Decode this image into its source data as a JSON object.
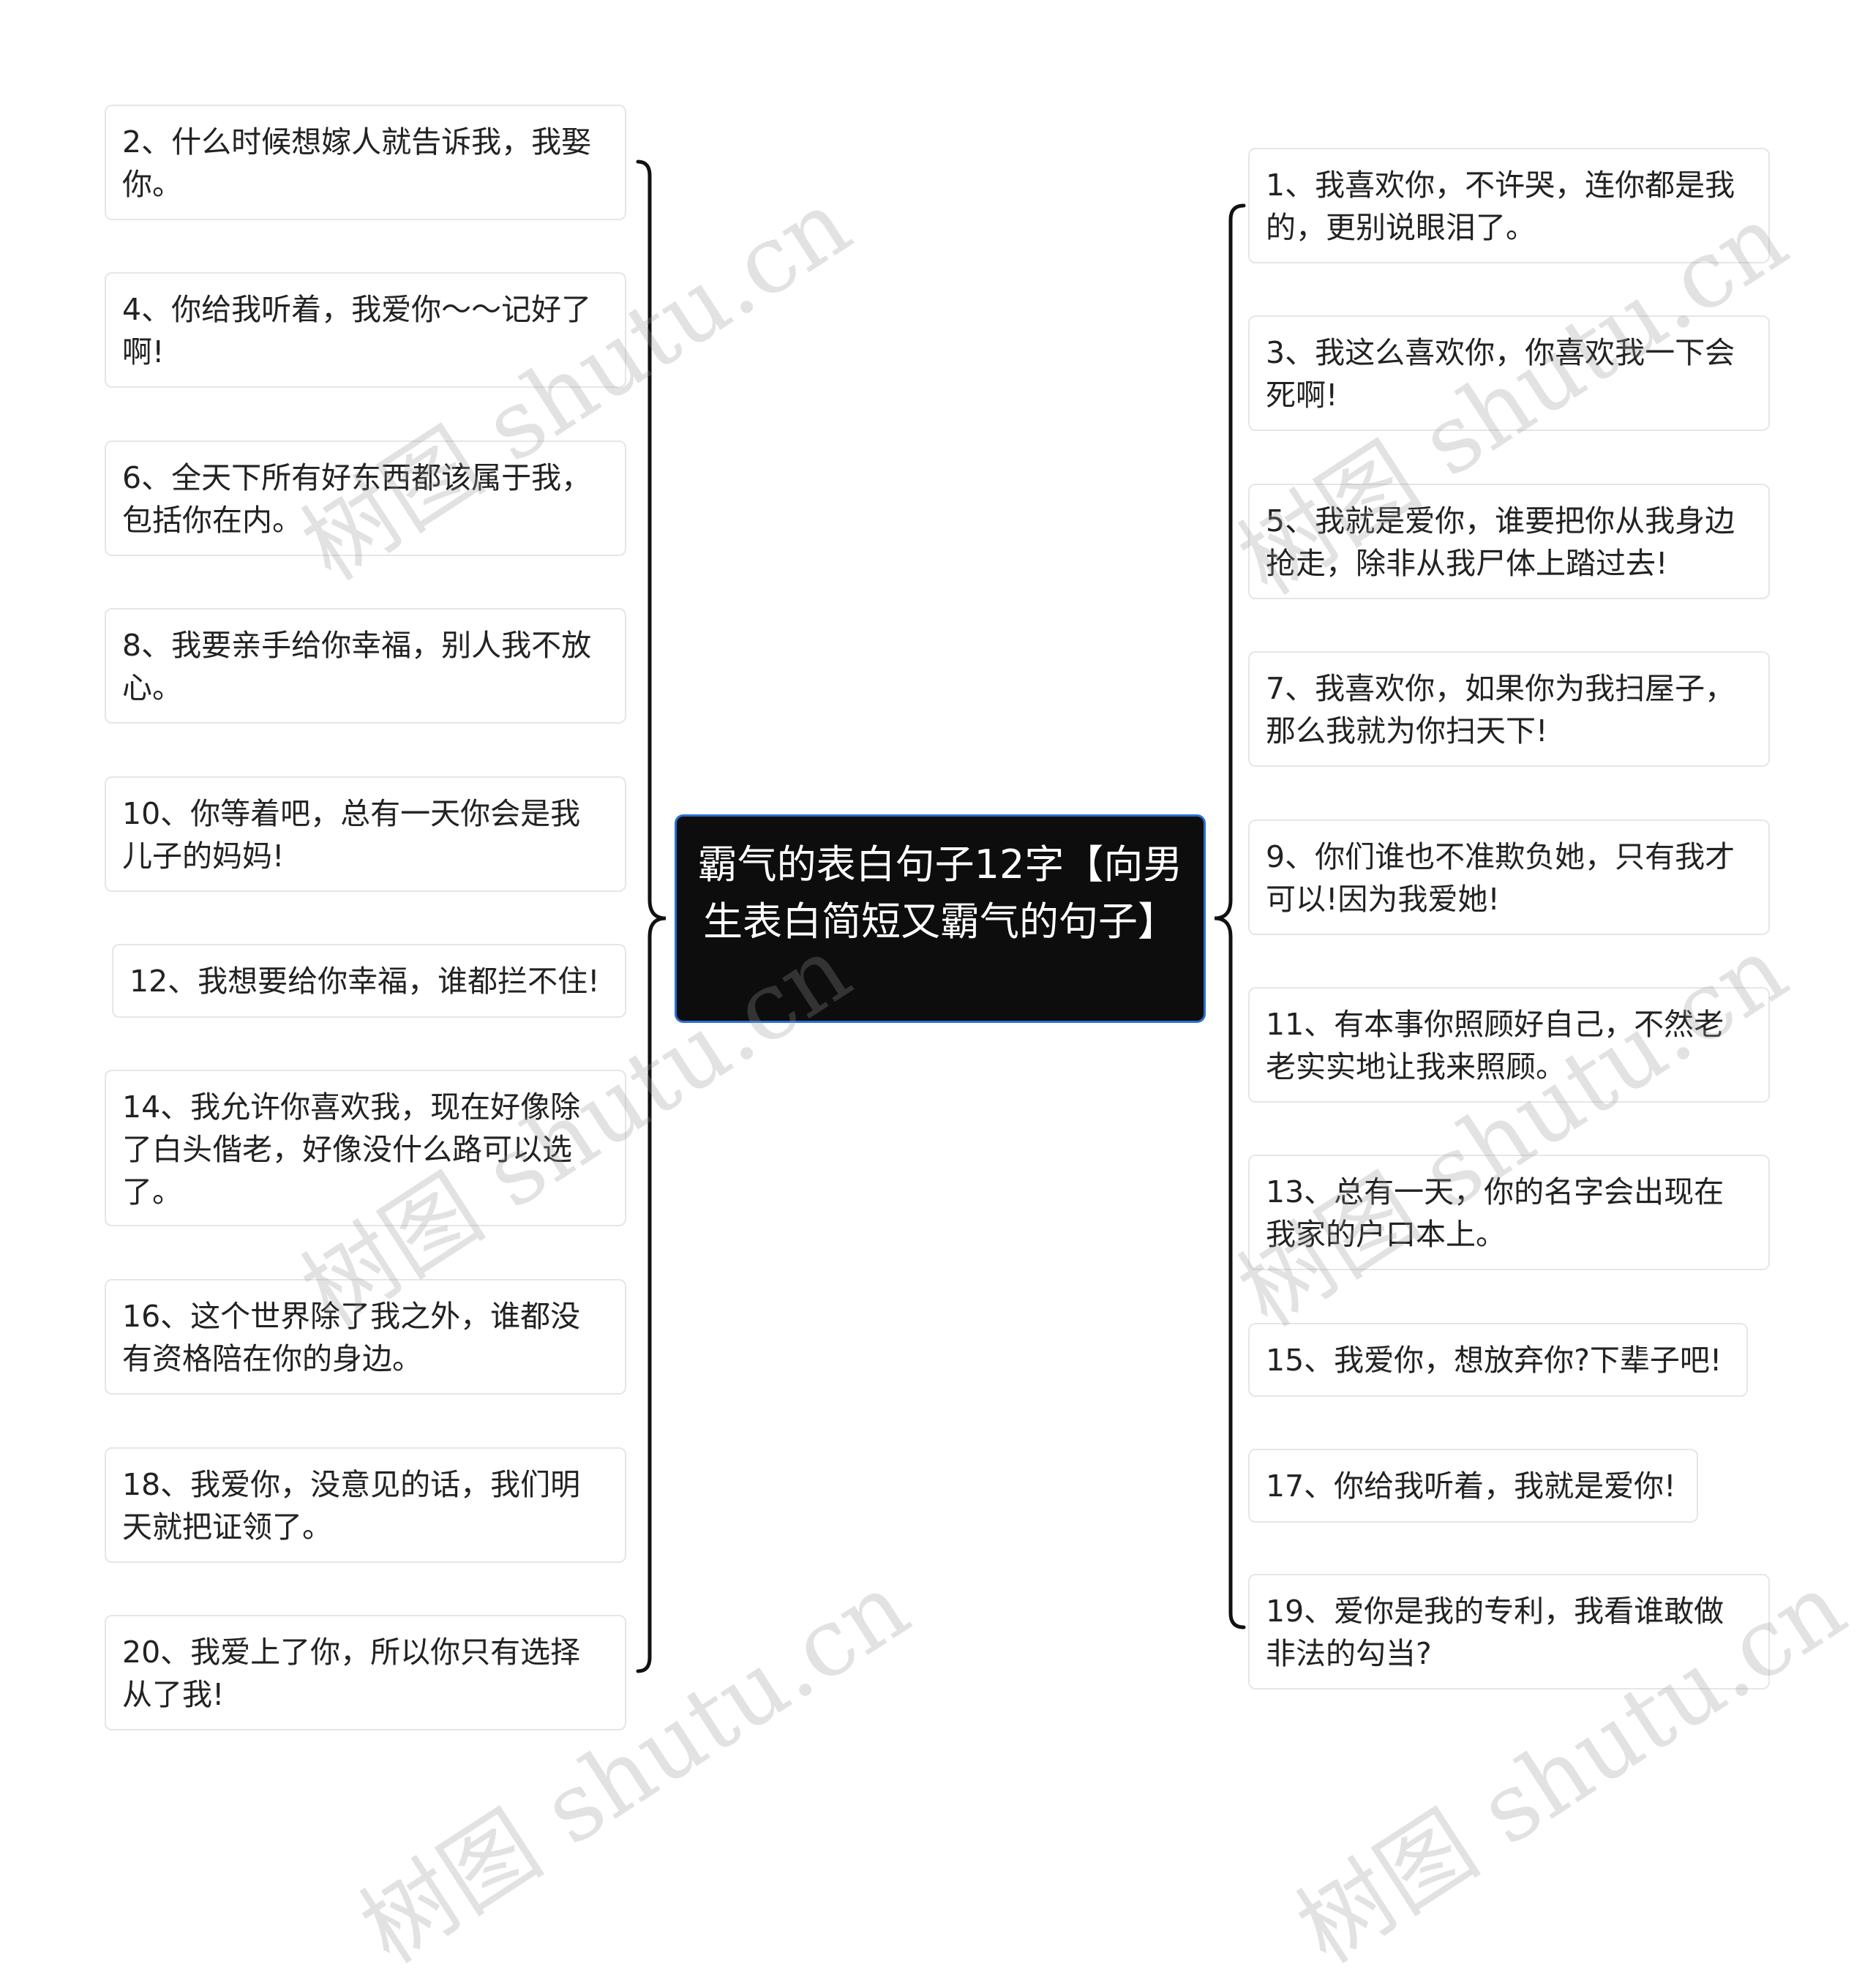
{
  "center": {
    "title": "霸气的表白句子12字【向男生表白简短又霸气的句子】"
  },
  "left_items": [
    "2、什么时候想嫁人就告诉我，我娶你。",
    "4、你给我听着，我爱你～～记好了啊!",
    "6、全天下所有好东西都该属于我，包括你在内。",
    "8、我要亲手给你幸福，别人我不放心。",
    "10、你等着吧，总有一天你会是我儿子的妈妈!",
    "12、我想要给你幸福，谁都拦不住!",
    "14、我允许你喜欢我，现在好像除了白头偕老，好像没什么路可以选了。",
    "16、这个世界除了我之外，谁都没有资格陪在你的身边。",
    "18、我爱你，没意见的话，我们明天就把证领了。",
    "20、我爱上了你，所以你只有选择从了我!"
  ],
  "right_items": [
    "1、我喜欢你，不许哭，连你都是我的，更别说眼泪了。",
    "3、我这么喜欢你，你喜欢我一下会死啊!",
    "5、我就是爱你，谁要把你从我身边抢走，除非从我尸体上踏过去!",
    "7、我喜欢你，如果你为我扫屋子，那么我就为你扫天下!",
    "9、你们谁也不准欺负她，只有我才可以!因为我爱她!",
    "11、有本事你照顾好自己，不然老老实实地让我来照顾。",
    "13、总有一天，你的名字会出现在我家的户口本上。",
    "15、我爱你，想放弃你?下辈子吧!",
    "17、你给我听着，我就是爱你!",
    "19、爱你是我的专利，我看谁敢做非法的勾当?"
  ],
  "watermark": {
    "text": "树图 shutu.cn"
  },
  "colors": {
    "center_bg": "#0d0d0d",
    "center_border": "#2a6fd6",
    "node_border": "#e6e6e6",
    "connector": "#111111"
  }
}
